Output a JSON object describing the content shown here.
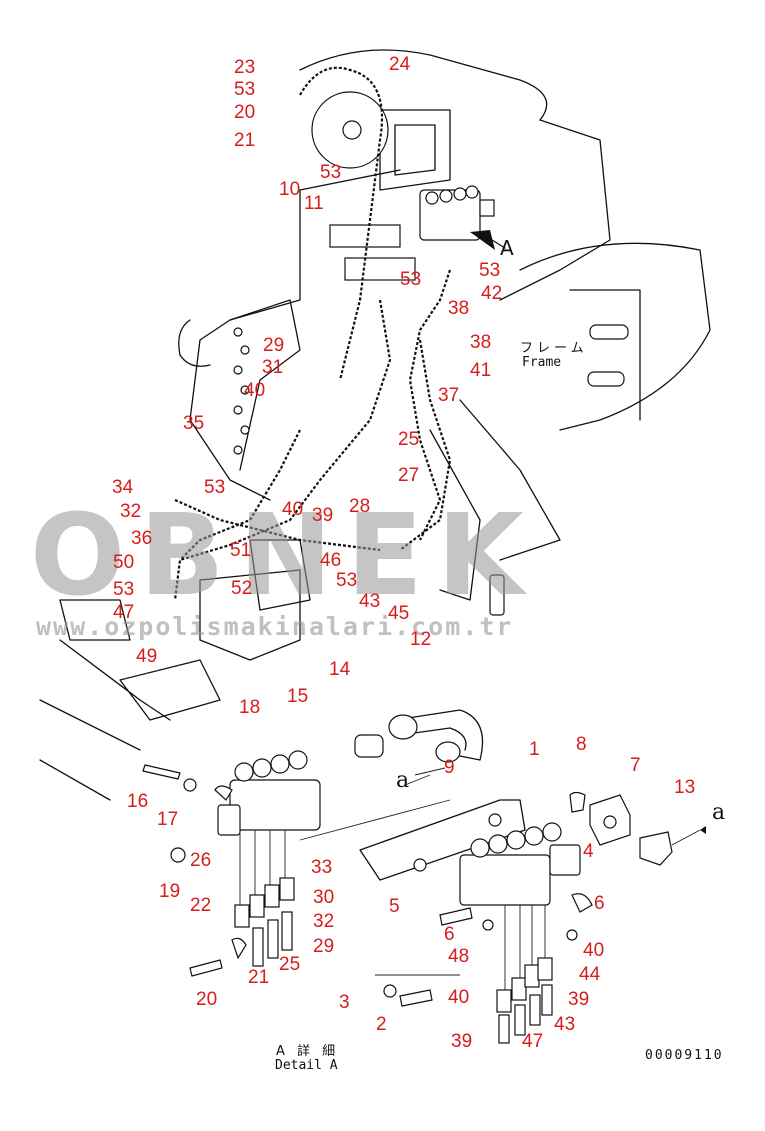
{
  "diagram": {
    "callouts": [
      "23",
      "53",
      "20",
      "21",
      "24",
      "53",
      "10",
      "11",
      "53",
      "42",
      "53",
      "38",
      "38",
      "41",
      "29",
      "31",
      "40",
      "37",
      "35",
      "25",
      "27",
      "34",
      "53",
      "32",
      "28",
      "39",
      "40",
      "36",
      "51",
      "46",
      "50",
      "53",
      "52",
      "53",
      "43",
      "47",
      "45",
      "12",
      "49",
      "14",
      "15",
      "18",
      "9",
      "1",
      "8",
      "7",
      "13",
      "16",
      "17",
      "26",
      "19",
      "33",
      "30",
      "32",
      "29",
      "22",
      "25",
      "21",
      "20",
      "5",
      "6",
      "4",
      "6",
      "40",
      "48",
      "44",
      "40",
      "39",
      "3",
      "2",
      "43",
      "39",
      "47"
    ],
    "view_label": "A",
    "marker_a_labels": [
      "a",
      "a"
    ],
    "frame_label_jp": "フレーム",
    "frame_label_en": "Frame",
    "detail_label_jp": "A 詳 細",
    "detail_label_en": "Detail A",
    "drawing_number": "00009110",
    "watermark_main": "OBNEK",
    "watermark_url": "www.ozpolismakinalari.com.tr"
  }
}
